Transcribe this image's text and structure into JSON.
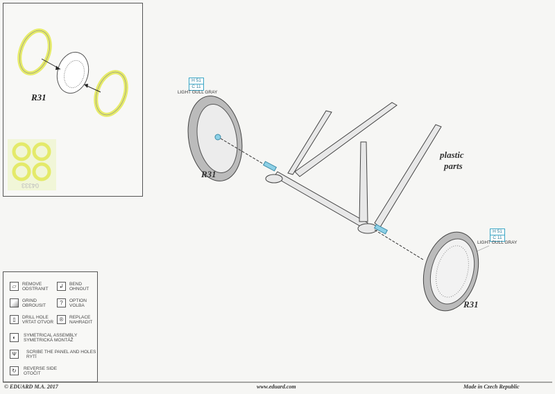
{
  "part_label": "R31",
  "fret_number": "04333",
  "paint_codes": {
    "h": "H 51",
    "c": "C 11",
    "name": "LIGHT GULL GRAY"
  },
  "plastic_parts_label": [
    "plastic",
    "parts"
  ],
  "legend": [
    {
      "icon": "remove-icon",
      "l1": "REMOVE",
      "l2": "ODSTRANIT"
    },
    {
      "icon": "bend-icon",
      "l1": "BEND",
      "l2": "OHNOUT"
    },
    {
      "icon": "grind-icon",
      "l1": "GRIND",
      "l2": "OBROUSIT"
    },
    {
      "icon": "option-icon",
      "l1": "OPTION",
      "l2": "VOLBA"
    },
    {
      "icon": "drill-icon",
      "l1": "DRILL HOLE",
      "l2": "VRTAT OTVOR"
    },
    {
      "icon": "replace-icon",
      "l1": "REPLACE",
      "l2": "NAHRADIT"
    },
    {
      "icon": "symmetric-icon",
      "l1": "SYMETRICAL ASSEMBLY",
      "l2": "SYMETRICKÁ MONTÁŽ"
    },
    {
      "icon": "scribe-icon",
      "l1": "SCRIBE THE PANEL AND HOLES",
      "l2": "RYTÍ"
    },
    {
      "icon": "reverse-icon",
      "l1": "REVERSE SIDE",
      "l2": "OTOČIT"
    }
  ],
  "option_glyph": "?",
  "footer": {
    "copyright": "© EDUARD  M.A. 2017",
    "url": "www.eduard.com",
    "origin": "Made in Czech Republic"
  },
  "colors": {
    "pe_yellow": "#eef08a",
    "paint_blue": "#3aa6c6"
  }
}
